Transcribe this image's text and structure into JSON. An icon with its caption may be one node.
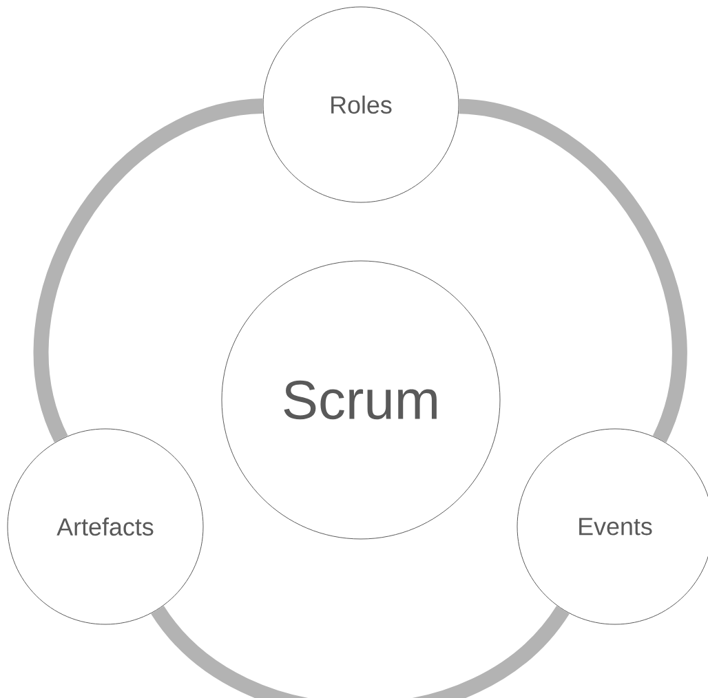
{
  "diagram": {
    "nodes": [
      {
        "text": [
          "Scrum"
        ]
      },
      {
        "text": [
          "Roles"
        ]
      },
      {
        "text": [
          "Events"
        ]
      },
      {
        "text": [
          "Artefacts"
        ]
      }
    ],
    "edges": [
      {
        "from": 1,
        "to": 2,
        "arrow": "none"
      },
      {
        "from": 2,
        "to": 3,
        "arrow": "none"
      },
      {
        "from": 3,
        "to": 1,
        "arrow": "none"
      }
    ]
  }
}
